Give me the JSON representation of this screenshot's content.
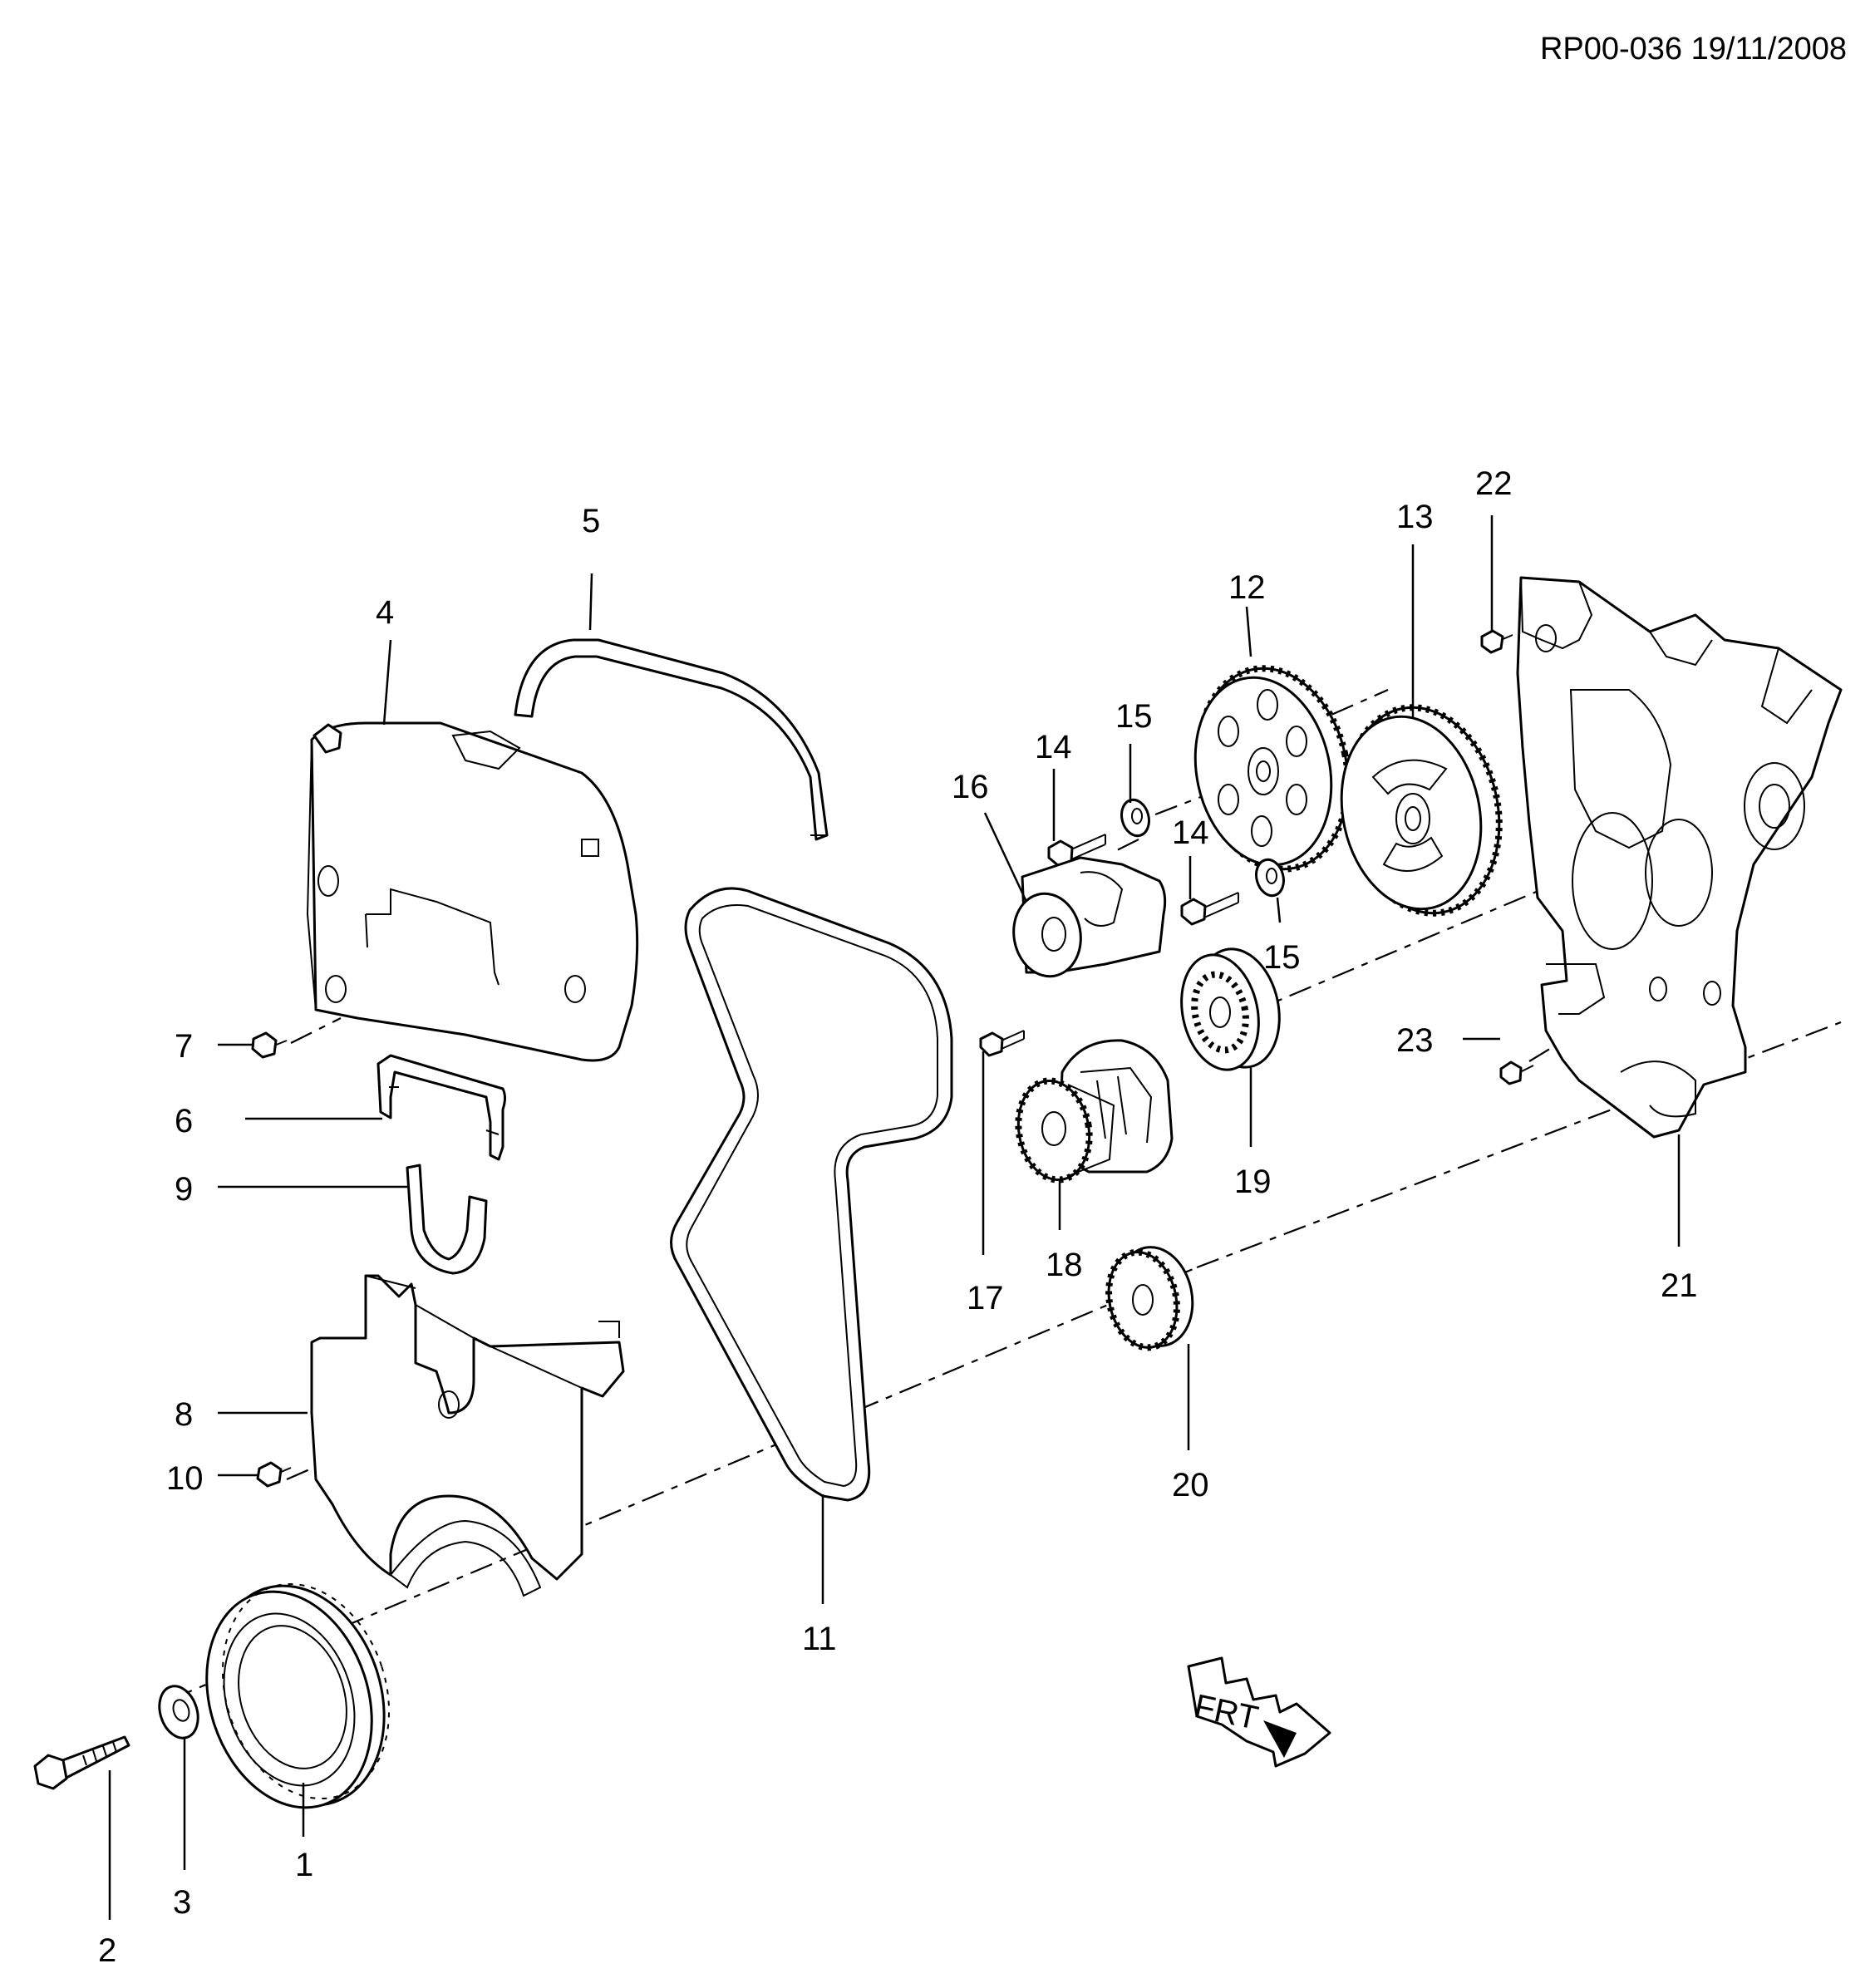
{
  "doc_ref": "RP00-036 19/11/2008",
  "callouts": {
    "c1": "1",
    "c2": "2",
    "c3": "3",
    "c4": "4",
    "c5": "5",
    "c6": "6",
    "c7": "7",
    "c8": "8",
    "c9": "9",
    "c10": "10",
    "c11": "11",
    "c12": "12",
    "c13": "13",
    "c14a": "14",
    "c14b": "14",
    "c15a": "15",
    "c15b": "15",
    "c16": "16",
    "c17": "17",
    "c18": "18",
    "c19": "19",
    "c20": "20",
    "c21": "21",
    "c22": "22",
    "c23": "23"
  },
  "front_marker": "FRT"
}
